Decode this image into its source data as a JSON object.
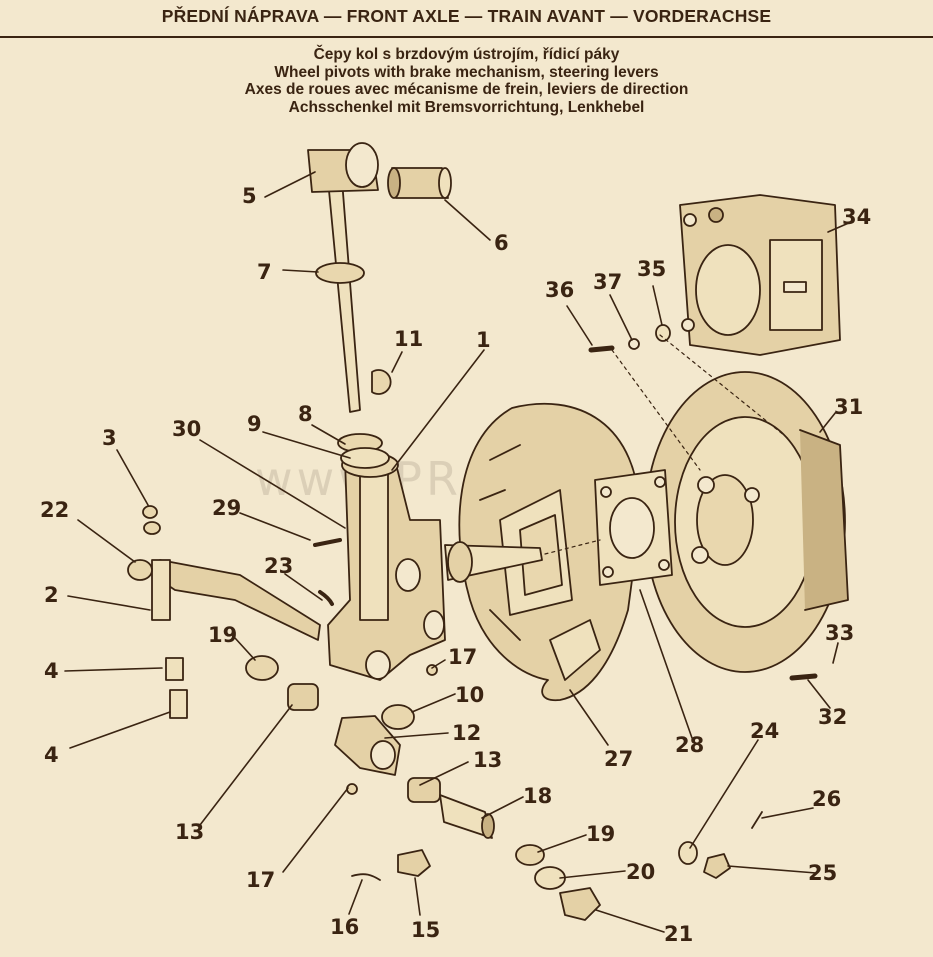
{
  "header": {
    "title": "PŘEDNÍ NÁPRAVA — FRONT AXLE — TRAIN AVANT — VORDERACHSE"
  },
  "subtitles": [
    "Čepy kol s brzdovým ústrojím, řídicí páky",
    "Wheel pivots with brake mechanism, steering levers",
    "Axes de roues avec mécanisme de frein, leviers de direction",
    "Achsschenkel mit Bremsvorrichtung, Lenkhebel"
  ],
  "watermark": "www.PRAGACS.cz",
  "callouts": {
    "c1": "1",
    "c2": "2",
    "c3": "3",
    "c4a": "4",
    "c4b": "4",
    "c5": "5",
    "c6": "6",
    "c7": "7",
    "c8": "8",
    "c9": "9",
    "c10": "10",
    "c11": "11",
    "c12": "12",
    "c13a": "13",
    "c13b": "13",
    "c15": "15",
    "c16": "16",
    "c17a": "17",
    "c17b": "17",
    "c18": "18",
    "c19a": "19",
    "c19b": "19",
    "c20": "20",
    "c21": "21",
    "c22": "22",
    "c23": "23",
    "c24": "24",
    "c25": "25",
    "c26": "26",
    "c27": "27",
    "c28": "28",
    "c29": "29",
    "c30": "30",
    "c31": "31",
    "c32": "32",
    "c33": "33",
    "c34": "34",
    "c35": "35",
    "c36": "36",
    "c37": "37"
  },
  "colors": {
    "ink": "#3a2412",
    "paper": "#f3e8ce",
    "part_fill": "#e9d7ae",
    "part_shade": "#c9b283"
  }
}
